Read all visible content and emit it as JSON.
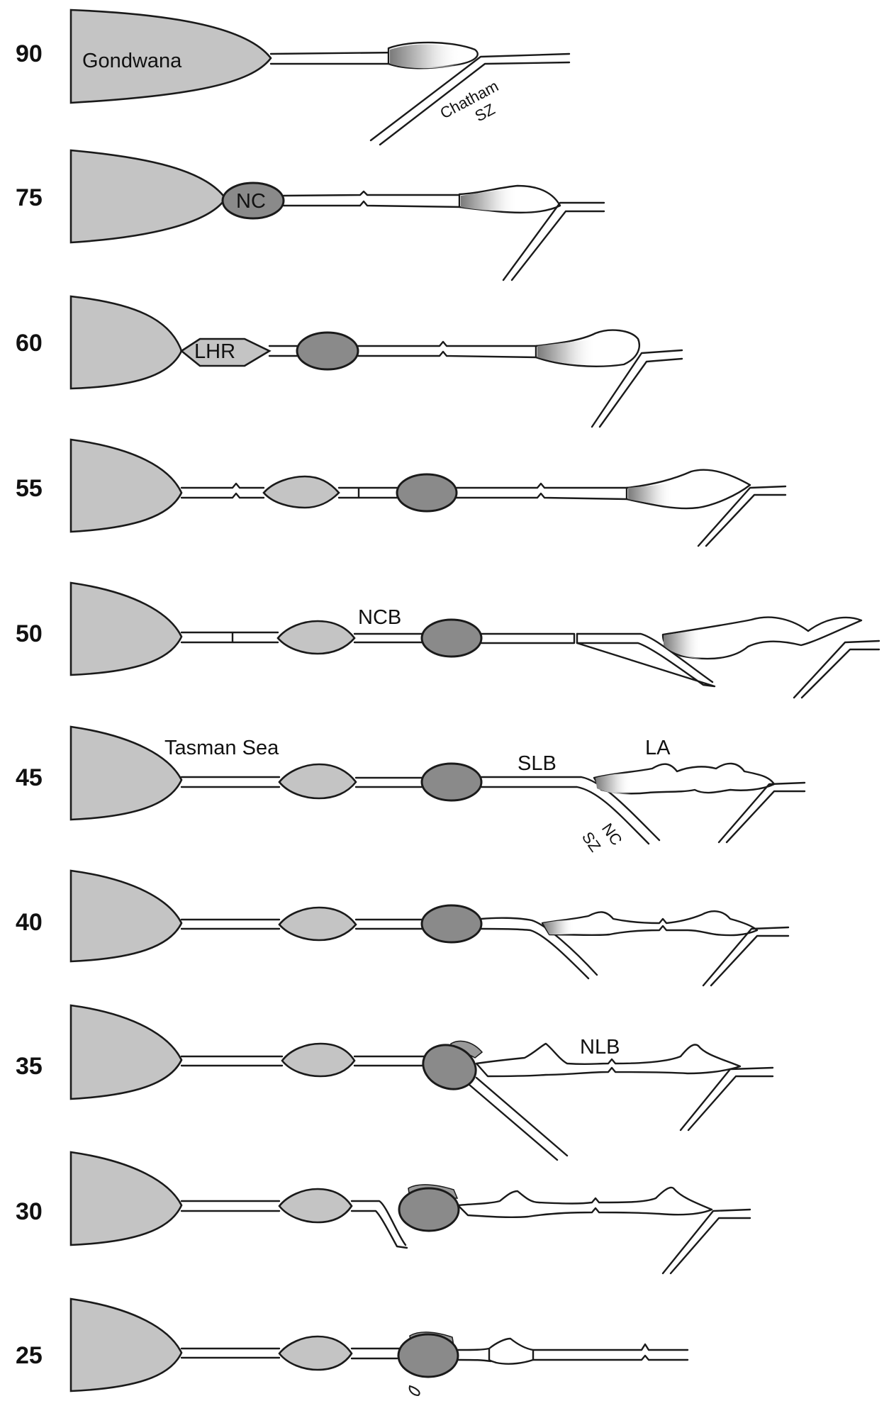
{
  "panels": [
    {
      "age": "90"
    },
    {
      "age": "75"
    },
    {
      "age": "60"
    },
    {
      "age": "55"
    },
    {
      "age": "50"
    },
    {
      "age": "45"
    },
    {
      "age": "40"
    },
    {
      "age": "35"
    },
    {
      "age": "30"
    },
    {
      "age": "25"
    }
  ],
  "labels": {
    "gondwana": "Gondwana",
    "chatham_line1": "Chatham",
    "chatham_line2": "SZ",
    "nc": "NC",
    "lhr": "LHR",
    "ncb": "NCB",
    "tasman_sea": "Tasman Sea",
    "slb": "SLB",
    "la": "LA",
    "ncsz_line1": "NC",
    "ncsz_line2": "SZ",
    "nlb": "NLB"
  },
  "colors": {
    "continent_fill": "#c4c4c4",
    "nc_fill": "#8a8a8a",
    "outline": "#1a1a1a",
    "gradient_dark": "#7a7a7a"
  }
}
